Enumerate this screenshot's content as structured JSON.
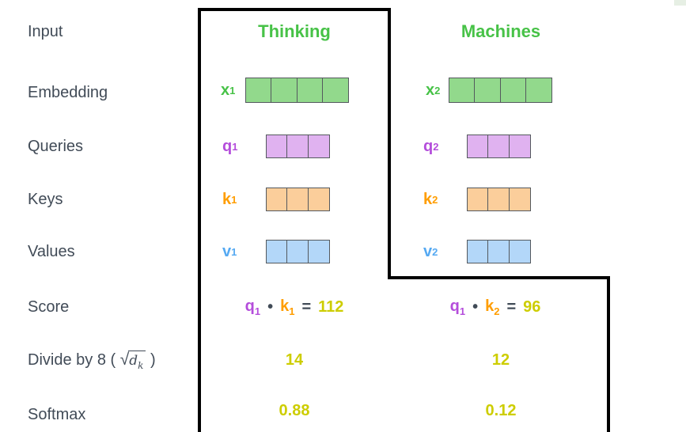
{
  "rows": {
    "input": "Input",
    "embedding": "Embedding",
    "queries": "Queries",
    "keys": "Keys",
    "values": "Values",
    "score": "Score",
    "divide": {
      "prefix": "Divide by 8 ( ",
      "radical": "√",
      "base": "d",
      "sub": "k",
      "suffix": " )"
    },
    "softmax": "Softmax"
  },
  "columns": [
    {
      "header": "Thinking",
      "embedding_label": "x",
      "embedding_sub": "1",
      "embedding_cells": 4,
      "query_label": "q",
      "query_sub": "1",
      "query_cells": 3,
      "key_label": "k",
      "key_sub": "1",
      "key_cells": 3,
      "value_label": "v",
      "value_sub": "1",
      "value_cells": 3,
      "score": {
        "lhs": "q",
        "lhs_sub": "1",
        "dot": "•",
        "rhs": "k",
        "rhs_sub": "1",
        "eq": "=",
        "result": "112"
      },
      "divide_result": "14",
      "softmax_result": "0.88"
    },
    {
      "header": "Machines",
      "embedding_label": "x",
      "embedding_sub": "2",
      "embedding_cells": 4,
      "query_label": "q",
      "query_sub": "2",
      "query_cells": 3,
      "key_label": "k",
      "key_sub": "2",
      "key_cells": 3,
      "value_label": "v",
      "value_sub": "2",
      "value_cells": 3,
      "score": {
        "lhs": "q",
        "lhs_sub": "1",
        "dot": "•",
        "rhs": "k",
        "rhs_sub": "2",
        "eq": "=",
        "result": "96"
      },
      "divide_result": "12",
      "softmax_result": "0.12"
    }
  ],
  "colors": {
    "header_green": "#47c247",
    "embedding_fill": "#92d98c",
    "query_label": "#b44ddb",
    "query_fill": "#e0b2f0",
    "key_label": "#ff9d00",
    "key_fill": "#fbce9b",
    "value_label": "#55a9f2",
    "value_fill": "#b3d7f9",
    "result_yellow": "#cdcd00",
    "row_label_text": "#414b57",
    "cell_border": "#54595e",
    "step_outline": "#000000"
  }
}
